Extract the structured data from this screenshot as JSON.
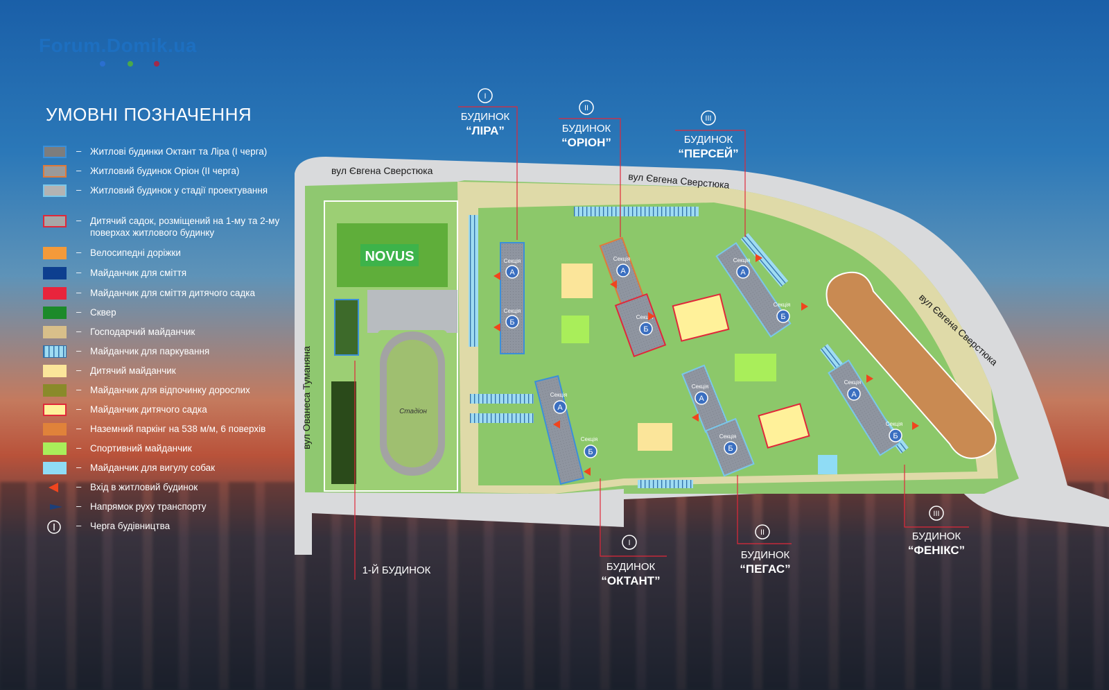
{
  "watermark": "Forum.Domik.ua",
  "legend": {
    "title": "УМОВНІ ПОЗНАЧЕННЯ",
    "items": [
      {
        "label": "Житлові будинки Октант та Ліра (І черга)",
        "color": "#7d7d7d",
        "border": "#3b8fd8",
        "icon": "residential-phase1-swatch"
      },
      {
        "label": "Житловий будинок Оріон (ІІ черга)",
        "color": "#9a9a9a",
        "border": "#e07a3a",
        "icon": "residential-phase2-swatch"
      },
      {
        "label": "Житловий будинок у стадії проектування",
        "color": "#b3b3b3",
        "border": "#7ac7ea",
        "icon": "residential-design-swatch"
      },
      {
        "label": "Дитячий садок, розміщений на 1-му та 2-му поверхах житлового будинку",
        "color": "#a7a7a7",
        "border": "#e0283a",
        "icon": "kindergarten-building-swatch"
      },
      {
        "label": "Велосипедні доріжки",
        "color": "#f49a3a",
        "border": "#f49a3a",
        "icon": "bike-path-swatch"
      },
      {
        "label": "Майданчик для сміття",
        "color": "#0d3f8f",
        "border": "#0d3f8f",
        "icon": "trash-area-swatch"
      },
      {
        "label": "Майданчик для сміття дитячого садка",
        "color": "#e8243c",
        "border": "#e8243c",
        "icon": "kindergarten-trash-swatch"
      },
      {
        "label": "Сквер",
        "color": "#1c8a2a",
        "border": "#1c8a2a",
        "icon": "square-park-swatch"
      },
      {
        "label": "Господарчий майданчик",
        "color": "#d8bf8a",
        "border": "#d8bf8a",
        "icon": "utility-area-swatch"
      },
      {
        "label": "Майданчик для паркування",
        "color": "#8fd8f0",
        "border": "#2f6fa8",
        "icon": "parking-swatch"
      },
      {
        "label": "Дитячий майданчик",
        "color": "#fbe59a",
        "border": "#fbe59a",
        "icon": "playground-swatch"
      },
      {
        "label": "Майданчик для відпочинку дорослих",
        "color": "#8a8a2a",
        "border": "#8a8a2a",
        "icon": "adult-rest-swatch"
      },
      {
        "label": "Майданчик дитячого садка",
        "color": "#fff19a",
        "border": "#e0283a",
        "icon": "kindergarten-playground-swatch"
      },
      {
        "label": "Наземний паркінг на 538 м/м, 6 поверхів",
        "color": "#e0823a",
        "border": "#e0823a",
        "icon": "parking-garage-swatch"
      },
      {
        "label": "Спортивний майданчик",
        "color": "#a9ee5a",
        "border": "#a9ee5a",
        "icon": "sports-field-swatch"
      },
      {
        "label": "Майданчик для вигулу собак",
        "color": "#8fdcf5",
        "border": "#8fdcf5",
        "icon": "dog-walk-swatch"
      },
      {
        "label": "Вхід в житловий будинок",
        "color": "#f0451e",
        "border": "none",
        "icon": "entrance-arrow-icon"
      },
      {
        "label": "Напрямок руху транспорту",
        "color": "#1d3f7a",
        "border": "none",
        "icon": "traffic-direction-icon"
      },
      {
        "label": "Черга будівництва",
        "color": "none",
        "border": "#ffffff",
        "icon": "construction-phase-icon"
      }
    ]
  },
  "map": {
    "streets": {
      "top_left": "вул Євгена Сверстюка",
      "top_right": "вул Євгена Сверстюка",
      "right": "вул Євгена Сверстюка",
      "left": "вул Ованеса Туманяна"
    },
    "store": "NOVUS",
    "stadium": "Стадіон",
    "section_label": "Секція",
    "section_a": "А",
    "section_b": "Б",
    "buildings": [
      {
        "phase": "I",
        "caption": "БУДИНОК",
        "name": "“ЛІРА”"
      },
      {
        "phase": "II",
        "caption": "БУДИНОК",
        "name": "“ОРІОН”"
      },
      {
        "phase": "III",
        "caption": "БУДИНОК",
        "name": "“ПЕРСЕЙ”"
      },
      {
        "phase": "I",
        "caption": "БУДИНОК",
        "name": "“ОКТАНТ”"
      },
      {
        "phase": "II",
        "caption": "БУДИНОК",
        "name": "“ПЕГАС”"
      },
      {
        "phase": "III",
        "caption": "БУДИНОК",
        "name": "“ФЕНІКС”"
      }
    ],
    "first_building": "1-Й БУДИНОК"
  }
}
